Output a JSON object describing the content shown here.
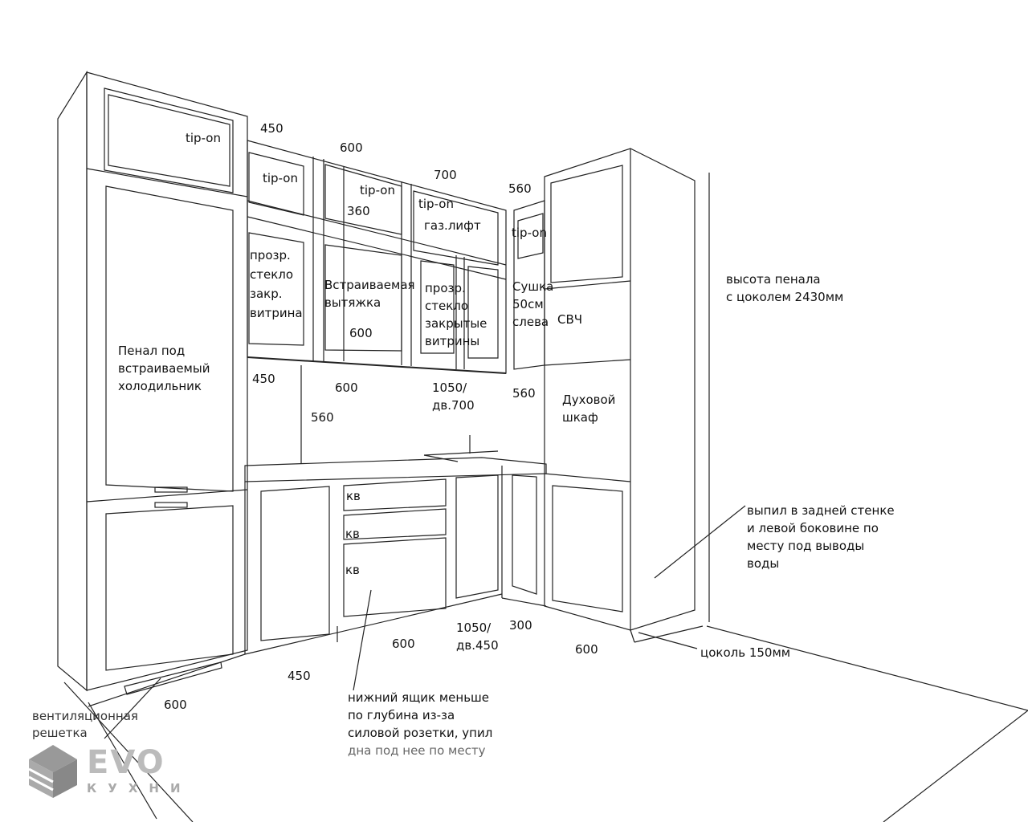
{
  "labels": {
    "tipon_pencil": "tip-on",
    "w450_top": "450",
    "w600_top": "600",
    "tipon_1": "tip-on",
    "w700_top": "700",
    "tipon_2": "tip-on",
    "h360": "360",
    "tipon_3": "tip-on",
    "w560_top": "560",
    "gaslift": "газ.лифт",
    "tipon_4": "tip-on",
    "glass_left": [
      "прозр.",
      "стекло",
      "закр.",
      "витрина"
    ],
    "hood": [
      "Встраиваемая",
      "вытяжка"
    ],
    "glass_right": [
      "прозр.",
      "стекло",
      "закрытые",
      "витрины"
    ],
    "dryer": [
      "Сушка",
      "50см",
      "слева"
    ],
    "microwave": "СВЧ",
    "hood_w600": "600",
    "pencil_height": [
      "высота пенала",
      "с цоколем 2430мм"
    ],
    "fridge": [
      "Пенал под",
      "встраиваемый",
      "холодильник"
    ],
    "d450_mid": "450",
    "d600_mid": "600",
    "d1050_700": [
      "1050/",
      "дв.700"
    ],
    "d560_mid": "560",
    "oven": [
      "Духовой",
      "шкаф"
    ],
    "h560": "560",
    "kv": [
      "кв",
      "кв",
      "кв"
    ],
    "cutout": [
      "выпил в задней стенке",
      "и левой боковине по",
      "месту под выводы",
      "воды"
    ],
    "d1050_450": [
      "1050/",
      "дв.450"
    ],
    "d300": "300",
    "d600_bot": "600",
    "d600_right": "600",
    "plinth": "цоколь 150мм",
    "d450_bot": "450",
    "drawer_note": [
      "нижний ящик меньше",
      "по глубина из-за",
      "силовой розетки, упил",
      "дна под нее по месту"
    ],
    "d600_left": "600",
    "vent": [
      "вентиляционная",
      "решетка"
    ]
  },
  "logo": {
    "brand": "EVO",
    "sub": "КУХНИ"
  }
}
